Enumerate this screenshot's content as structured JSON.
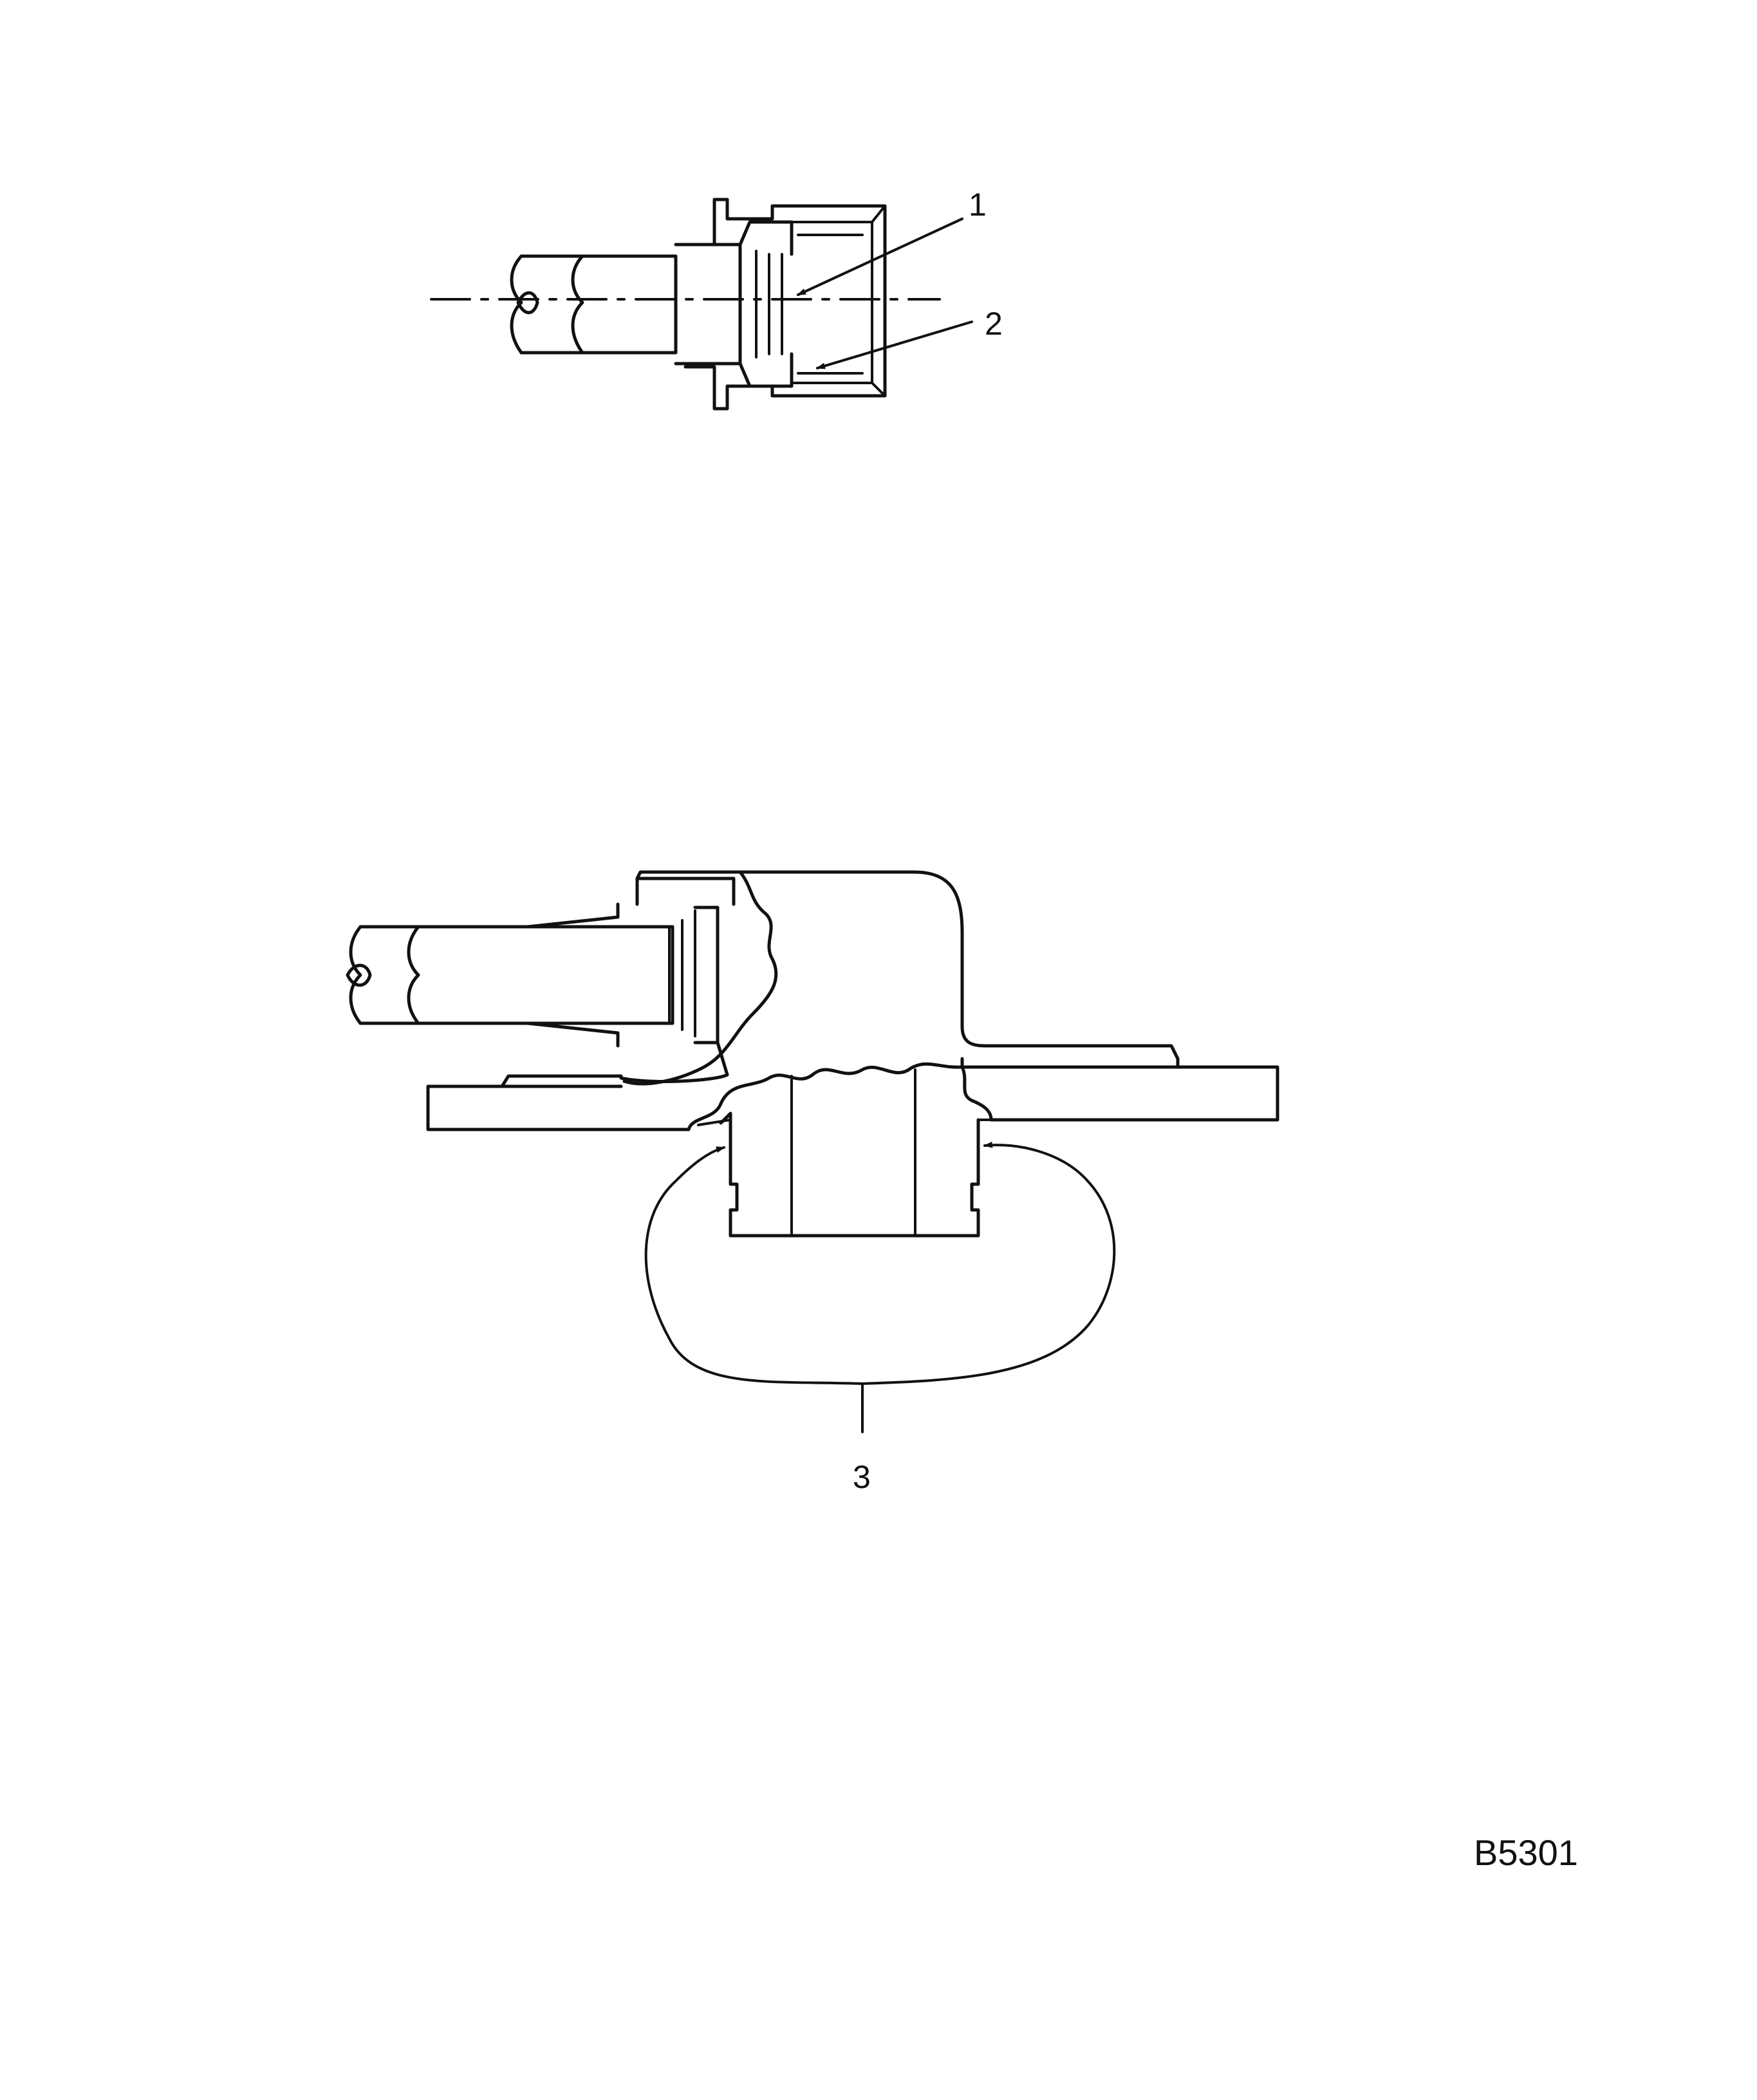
{
  "figure": {
    "id_label": "B5301",
    "callouts": [
      {
        "label": "1"
      },
      {
        "label": "2"
      },
      {
        "label": "3"
      }
    ]
  },
  "colors": {
    "ink": "#111111",
    "paper": "#ffffff"
  }
}
